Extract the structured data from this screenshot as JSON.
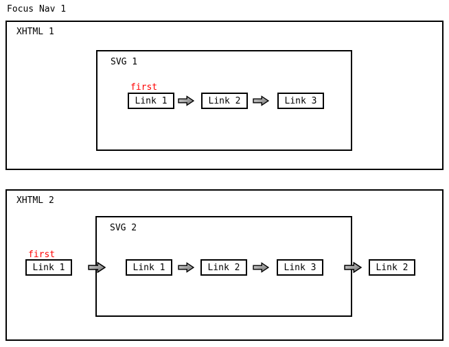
{
  "page": {
    "title": "Focus Nav 1"
  },
  "colors": {
    "background": "#ffffff",
    "border": "#000000",
    "text": "#000000",
    "first_label": "#ff0000",
    "arrow_fill_light": "#d6d6d6",
    "arrow_fill_dark": "#6f6f6f",
    "arrow_stroke": "#000000"
  },
  "icons": {
    "flow_arrow": "block-right-arrow"
  },
  "panel1": {
    "label": "XHTML 1",
    "svg": {
      "label": "SVG 1",
      "first_label": "first",
      "links": [
        "Link 1",
        "Link 2",
        "Link 3"
      ]
    }
  },
  "panel2": {
    "label": "XHTML 2",
    "first_label": "first",
    "outside_left_link": "Link 1",
    "outside_right_link": "Link 2",
    "svg": {
      "label": "SVG 2",
      "links": [
        "Link 1",
        "Link 2",
        "Link 3"
      ]
    }
  }
}
